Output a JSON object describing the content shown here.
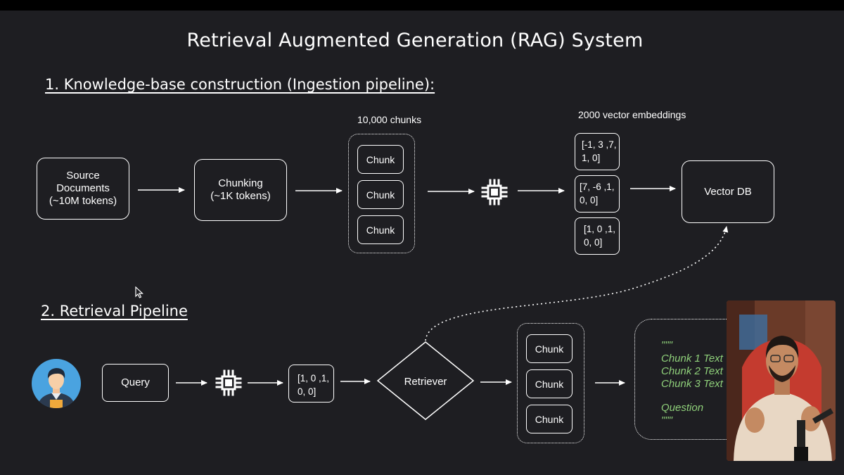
{
  "title": "Retrieval Augmented Generation (RAG) System",
  "section1": {
    "heading": "1. Knowledge-base construction (Ingestion pipeline):",
    "source_docs": "Source Documents (~10M tokens)",
    "chunking": "Chunking (~1K tokens)",
    "chunks_label": "10,000 chunks",
    "chunks": [
      "Chunk",
      "Chunk",
      "Chunk"
    ],
    "embeddings_label": "2000 vector embeddings",
    "embeddings": [
      {
        "line1": "[-1, 3 ,7,",
        "line2": "1, 0]"
      },
      {
        "line1": "[7, -6 ,1,",
        "line2": "0, 0]"
      },
      {
        "line1": "[1, 0 ,1,",
        "line2": "0, 0]"
      }
    ],
    "vector_db": "Vector DB"
  },
  "section2": {
    "heading": "2. Retrieval Pipeline",
    "query": "Query",
    "query_embedding": {
      "line1": "[1, 0 ,1,",
      "line2": "0, 0]"
    },
    "retriever": "Retriever",
    "chunks": [
      "Chunk",
      "Chunk",
      "Chunk"
    ],
    "prompt": {
      "open": "\"\"\"",
      "lines": [
        "Chunk 1 Text",
        "Chunk 2 Text",
        "Chunk 3 Text"
      ],
      "question": "Question",
      "close": "\"\"\""
    }
  },
  "icons": {
    "embedding_model": "chip-icon",
    "user": "user-avatar-icon",
    "cursor": "mouse-pointer-icon",
    "presenter": "presenter-video"
  },
  "colors": {
    "background": "#1e1e22",
    "prompt_text": "#8fd07a",
    "foreground": "#ffffff"
  }
}
